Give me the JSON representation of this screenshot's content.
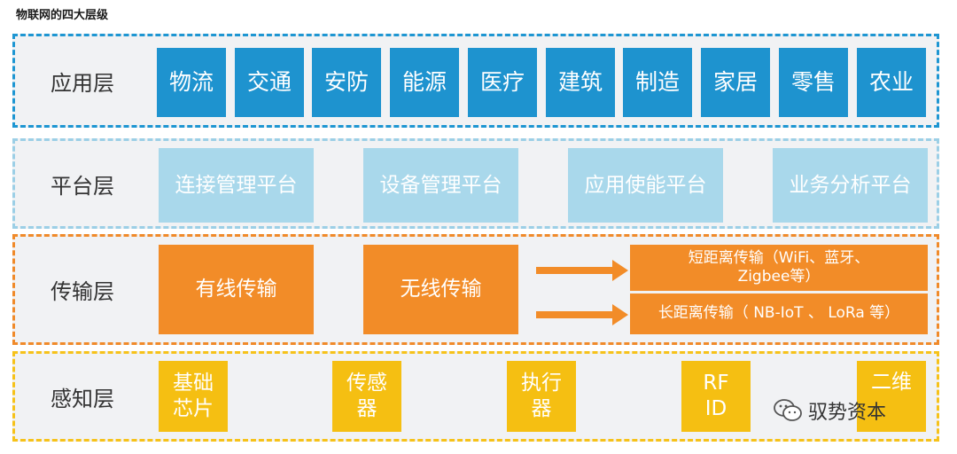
{
  "title": "物联网的四大层级",
  "layers": {
    "application": {
      "label": "应用层",
      "items": [
        "物流",
        "交通",
        "安防",
        "能源",
        "医疗",
        "建筑",
        "制造",
        "家居",
        "零售",
        "农业"
      ]
    },
    "platform": {
      "label": "平台层",
      "items": [
        "连接管理平台",
        "设备管理平台",
        "应用使能平台",
        "业务分析平台"
      ]
    },
    "transport": {
      "label": "传输层",
      "wired": "有线传输",
      "wireless": "无线传输",
      "short_range_line1": "短距离传输（WiFi、蓝牙、",
      "short_range_line2": "Zigbee等）",
      "long_range": "长距离传输（ NB-IoT 、 LoRa 等）"
    },
    "perception": {
      "label": "感知层",
      "items": [
        {
          "line1": "基础",
          "line2": "芯片"
        },
        {
          "line1": "传感",
          "line2": "器"
        },
        {
          "line1": "执行",
          "line2": "器"
        },
        {
          "line1": "RF",
          "line2": "ID"
        },
        {
          "line1": "二维",
          "line2": ""
        }
      ]
    }
  },
  "watermark": "驭势资本",
  "colors": {
    "application": "#1e93cf",
    "platform": "#a9d8eb",
    "transport": "#f28c28",
    "perception": "#f5bf12"
  }
}
